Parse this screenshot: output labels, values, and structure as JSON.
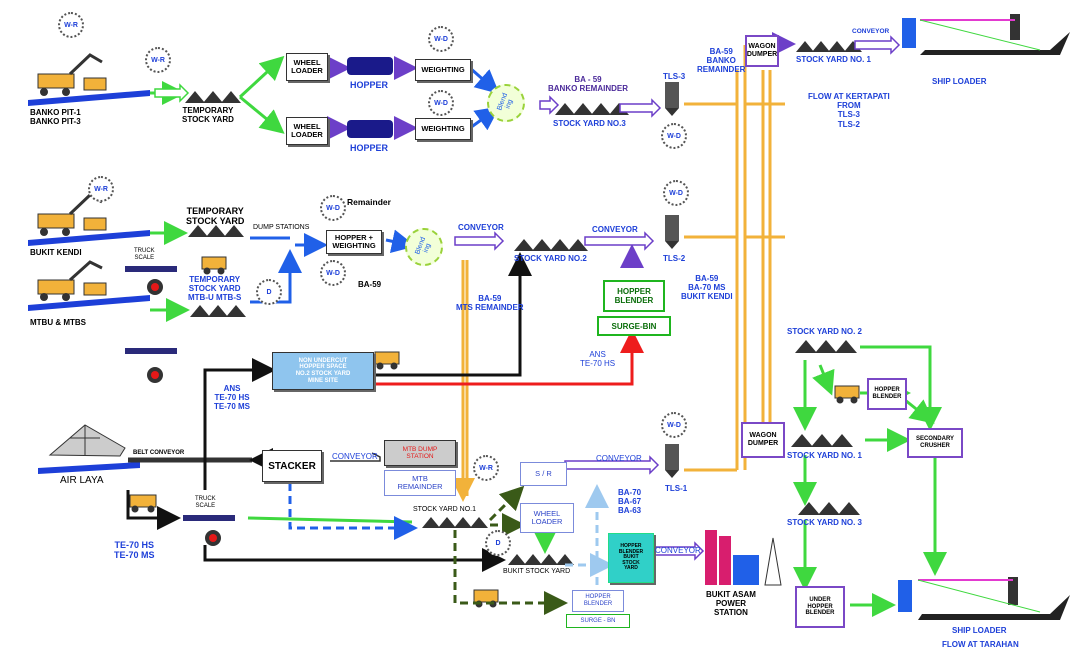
{
  "colors": {
    "green": "#3fd83f",
    "blue": "#2060e8",
    "purple": "#6c3fc8",
    "orange": "#f2b23a",
    "red": "#ee1d1d",
    "black": "#111111",
    "darkgreen": "#3a5a18",
    "lightblue": "#9ec9ef"
  },
  "sources": {
    "banko": "BANKO PIT-1\nBANKO PIT-3",
    "bukit_kendi": "BUKIT KENDI",
    "mtbu": "MTBU & MTBS",
    "air_laya": "AIR LAYA"
  },
  "badges": {
    "wr": "W-R",
    "wd": "W-D",
    "d": "D"
  },
  "top": {
    "temp_yard": "TEMPORARY\nSTOCK YARD",
    "wheel_loader": "WHEEL\nLOADER",
    "hopper": "HOPPER",
    "weighting": "WEIGHTING",
    "blend": "Blend\ning",
    "ba59": "BA - 59\nBANKO REMAINDER",
    "sy3": "STOCK YARD NO.3",
    "tls3": "TLS-3",
    "ba59b": "BA-59\nBANKO\nREMAINDER",
    "wagon": "WAGON\nDUMPER",
    "sy1": "STOCK YARD NO. 1",
    "conveyor": "CONVEYOR",
    "ship_loader": "SHIP LOADER",
    "kertapati": "FLOW AT KERTAPATI\nFROM\nTLS-3\nTLS-2"
  },
  "mid": {
    "temp_yard": "TEMPORARY\nSTOCK YARD",
    "dump": "DUMP STATIONS",
    "hopper_weigh": "HOPPER +\nWEIGHTING",
    "remainder": "Remainder",
    "truck_scale": "TRUCK\nSCALE",
    "temp_yard2": "TEMPORARY\nSTOCK YARD\nMTB-U MTB-S",
    "ba59": "BA-59",
    "blend": "Blend\ning",
    "conveyor": "CONVEYOR",
    "conveyor2": "CONVEYOR",
    "sy2": "STOCK YARD NO.2",
    "tls2": "TLS-2",
    "hopper_blender": "HOPPER\nBLENDER",
    "surge": "SURGE-BIN",
    "ba59_mts": "BA-59\nMTS REMAINDER",
    "ba59_right": "BA-59\nBA-70 MS\nBUKIT KENDI",
    "ans": "ANS\nTE-70 HS"
  },
  "low": {
    "non_undercut": "NON UNDERCUT\nHOPPER SPACE\nNO.2 STOCK YARD\nMINE SITE",
    "ans": "ANS\nTE-70 HS\nTE-70 MS",
    "belt": "BELT CONVEYOR",
    "stacker": "STACKER",
    "conveyor": "CONVEYOR",
    "mtb_dump": "MTB DUMP\nSTATION",
    "mtb_remainder": "MTB\nREMAINDER",
    "truck_scale": "TRUCK\nSCALE",
    "te70": "TE-70 HS\nTE-70 MS",
    "sy1": "STOCK YARD NO.1",
    "sr": "S / R",
    "wheel_loader": "WHEEL\nLOADER",
    "conveyor2": "CONVEYOR",
    "tls1": "TLS-1",
    "ba": "BA-70\nBA-67\nBA-63",
    "bukit_sy": "BUKIT STOCK YARD",
    "hb_bukit": "HOPPER\nBLENDER\nBUKIT\nSTOCK\nYARD",
    "conveyor3": "CONVEYOR",
    "power": "BUKIT ASAM\nPOWER\nSTATION",
    "hopper_blender": "HOPPER\nBLENDER",
    "surge": "SURGE - BN",
    "wagon": "WAGON\nDUMPER"
  },
  "tarahan": {
    "sy2": "STOCK YARD NO. 2",
    "hopper_blender": "HOPPER\nBLENDER",
    "sy1": "STOCK YARD NO. 1",
    "secondary": "SECONDARY\nCRUSHER",
    "sy3": "STOCK YARD NO. 3",
    "under_hopper": "UNDER\nHOPPER\nBLENDER",
    "ship_loader": "SHIP LOADER",
    "flow": "FLOW AT TARAHAN"
  }
}
